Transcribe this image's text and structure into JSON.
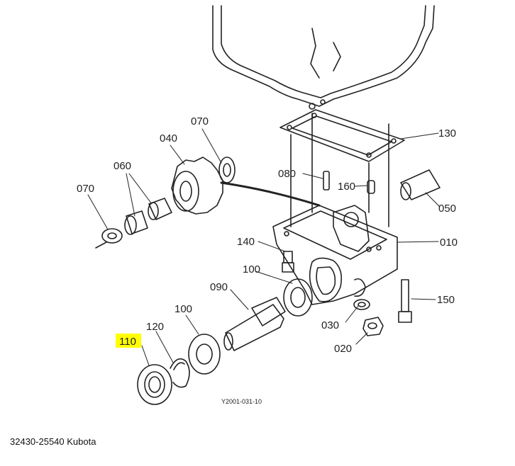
{
  "diagram": {
    "part_labels": {
      "p070_top": "070",
      "p040": "040",
      "p060": "060",
      "p070_left": "070",
      "p130": "130",
      "p080": "080",
      "p160": "160",
      "p050": "050",
      "p010": "010",
      "p140": "140",
      "p100_top": "100",
      "p090": "090",
      "p100_bottom": "100",
      "p120": "120",
      "p110": "110",
      "p150": "150",
      "p030": "030",
      "p020": "020"
    },
    "reference_code": "Y2001-031-10",
    "highlight_color": "#ffff00"
  },
  "caption": "32430-25540 Kubota"
}
